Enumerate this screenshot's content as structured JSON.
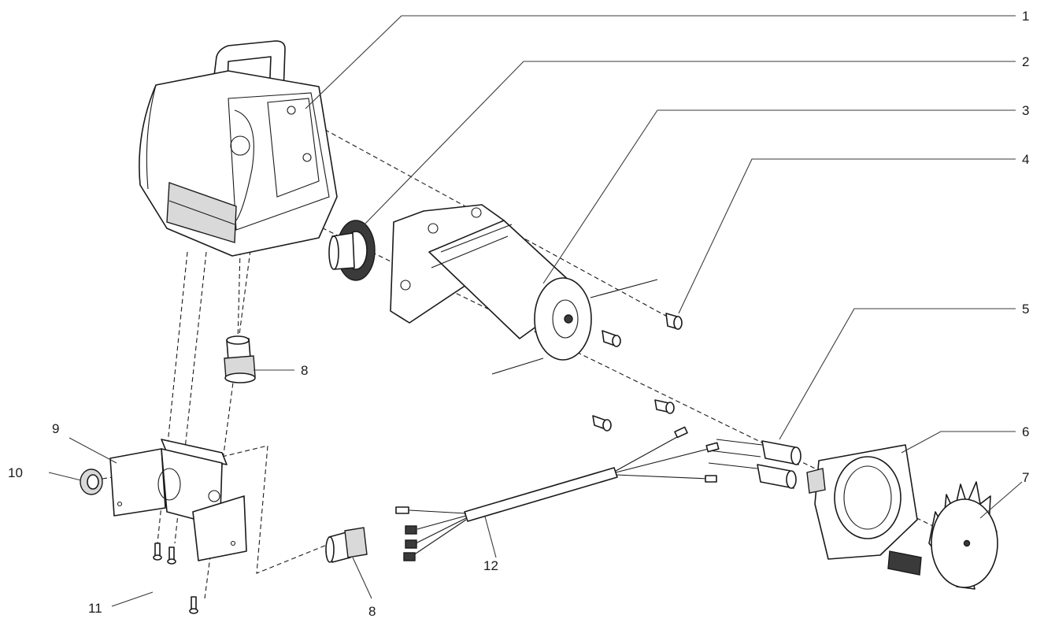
{
  "diagram": {
    "callouts": {
      "c1": "1",
      "c2": "2",
      "c3": "3",
      "c4": "4",
      "c5": "5",
      "c6": "6",
      "c7": "7",
      "c8a": "8",
      "c8b": "8",
      "c9": "9",
      "c10": "10",
      "c11": "11",
      "c12": "12"
    },
    "colors": {
      "line": "#1a1a1a",
      "fill_dark": "#3a3a3a",
      "fill_light": "#d9d9d9",
      "background": "#ffffff"
    }
  }
}
